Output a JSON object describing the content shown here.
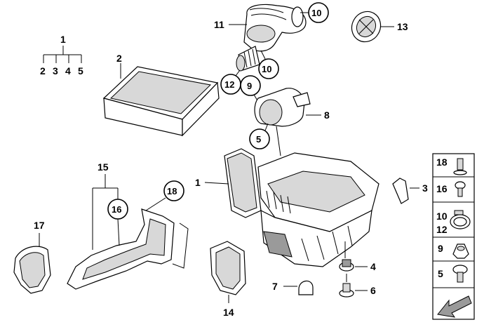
{
  "labels": {
    "l1_top": "1",
    "l2_top": "2",
    "l3_top": "3",
    "l4_top": "4",
    "l5_top": "5",
    "l2_filter": "2",
    "l11": "11",
    "l10_top": "10",
    "l13": "13",
    "l12": "12",
    "l10_mid": "10",
    "l9": "9",
    "l8": "8",
    "l5_mid": "5",
    "l15": "15",
    "l18": "18",
    "l16": "16",
    "l1_housing": "1",
    "l3_clip": "3",
    "l17": "17",
    "l4_grommet": "4",
    "l7": "7",
    "l6": "6",
    "l14": "14"
  },
  "legend": {
    "items": [
      "18",
      "16",
      "10",
      "12",
      "9",
      "5"
    ]
  }
}
